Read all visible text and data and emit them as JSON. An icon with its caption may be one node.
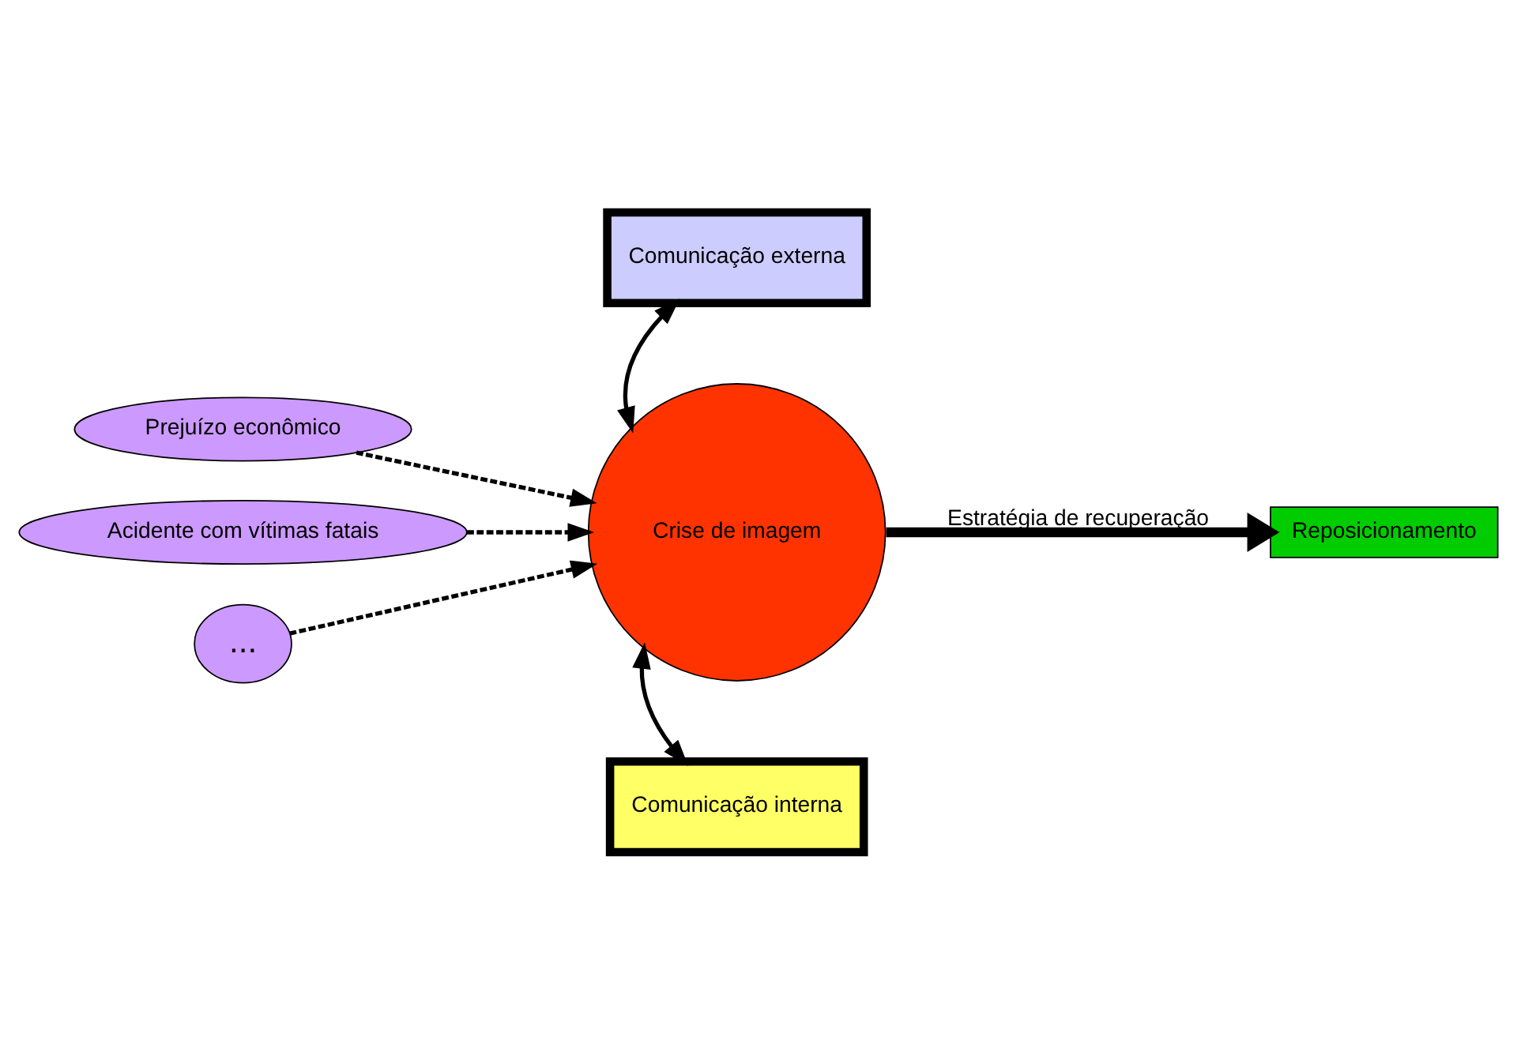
{
  "diagram": {
    "nodes": [
      {
        "text": [
          "Prejuízo econômico"
        ]
      },
      {
        "text": [
          "Acidente com vítimas fatais"
        ]
      },
      {
        "text": [
          "..."
        ]
      },
      {
        "text": [
          "Comunicação externa"
        ]
      },
      {
        "text": [
          "Crise de imagem"
        ]
      },
      {
        "text": [
          "Comunicação interna"
        ]
      },
      {
        "text": [
          "Reposicionamento"
        ]
      }
    ],
    "edges": [
      {
        "from": 0,
        "to": 4,
        "arrow": "to",
        "style": "dashed"
      },
      {
        "from": 1,
        "to": 4,
        "arrow": "to",
        "style": "dashed"
      },
      {
        "from": 2,
        "to": 4,
        "arrow": "to",
        "style": "dashed"
      },
      {
        "from": 3,
        "to": 4,
        "arrow": "both"
      },
      {
        "from": 4,
        "to": 5,
        "arrow": "both"
      },
      {
        "from": 4,
        "to": 6,
        "arrow": "to",
        "label": "Estratégia de recuperação",
        "style": "thick"
      }
    ]
  }
}
